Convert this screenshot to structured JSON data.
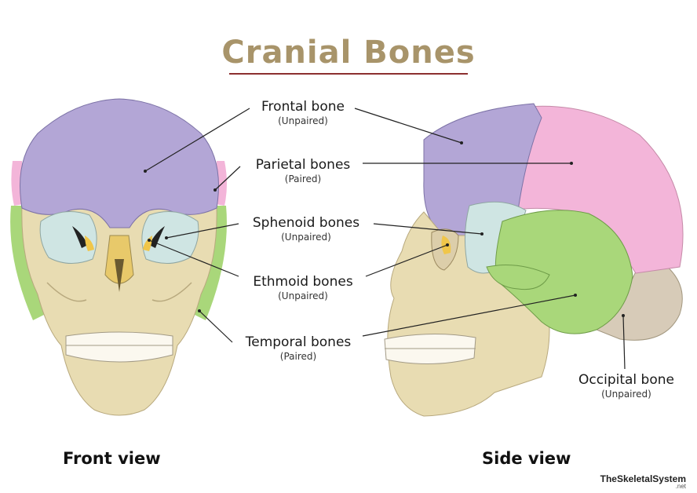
{
  "title": "Cranial Bones",
  "labels": {
    "frontal": {
      "name": "Frontal bone",
      "sub": "(Unpaired)"
    },
    "parietal": {
      "name": "Parietal bones",
      "sub": "(Paired)"
    },
    "sphenoid": {
      "name": "Sphenoid bones",
      "sub": "(Unpaired)"
    },
    "ethmoid": {
      "name": "Ethmoid bones",
      "sub": "(Unpaired)"
    },
    "temporal": {
      "name": "Temporal bones",
      "sub": "(Paired)"
    },
    "occipital": {
      "name": "Occipital bone",
      "sub": "(Unpaired)"
    }
  },
  "captions": {
    "front": "Front view",
    "side": "Side view"
  },
  "brand": {
    "name": "TheSkeletalSystem",
    "suffix": ".net"
  },
  "colors": {
    "frontal": "#b3a6d6",
    "parietal": "#f3b5d9",
    "sphenoid": "#cfe5e3",
    "ethmoid": "#f0c64a",
    "temporal": "#a9d77a",
    "occipital": "#d7cbb8",
    "skull": "#e8dcb2",
    "title": "#a8946a"
  }
}
